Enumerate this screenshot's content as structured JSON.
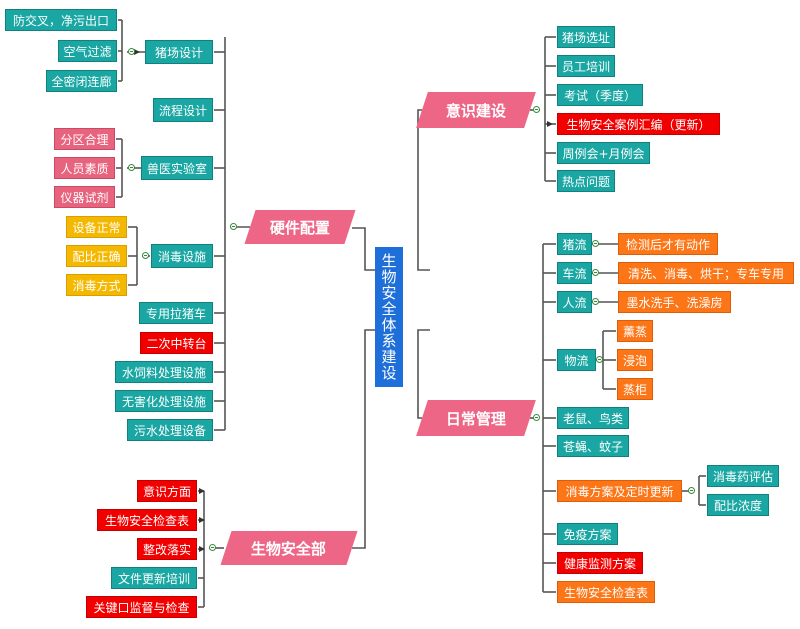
{
  "center": {
    "label": "生物安全体系建设"
  },
  "branches": {
    "hardware": {
      "label": "硬件配置",
      "pig_farm_design": {
        "label": "猪场设计",
        "items": [
          "防交叉，净污出口",
          "空气过滤",
          "全密闭连廊"
        ]
      },
      "process_design": "流程设计",
      "vet_lab": {
        "label": "兽医实验室",
        "items": [
          "分区合理",
          "人员素质",
          "仪器试剂"
        ]
      },
      "disinfection": {
        "label": "消毒设施",
        "items": [
          "设备正常",
          "配比正确",
          "消毒方式"
        ]
      },
      "others": [
        "专用拉猪车",
        "二次中转台",
        "水饲料处理设施",
        "无害化处理设施",
        "污水处理设备"
      ]
    },
    "biosecurity_dept": {
      "label": "生物安全部",
      "items": [
        "意识方面",
        "生物安全检查表",
        "整改落实",
        "文件更新培训",
        "关键口监督与检查"
      ]
    },
    "awareness": {
      "label": "意识建设",
      "items": [
        "猪场选址",
        "员工培训",
        "考试（季度）",
        "生物安全案例汇编（更新）",
        "周例会+月例会",
        "热点问题"
      ]
    },
    "daily": {
      "label": "日常管理",
      "pig_flow": {
        "label": "猪流",
        "detail": "检测后才有动作"
      },
      "vehicle_flow": {
        "label": "车流",
        "detail": "清洗、消毒、烘干；专车专用"
      },
      "people_flow": {
        "label": "人流",
        "detail": "墨水洗手、洗澡房"
      },
      "material_flow": {
        "label": "物流",
        "items": [
          "薰蒸",
          "浸泡",
          "蒸柜"
        ]
      },
      "pests": [
        "老鼠、鸟类",
        "苍蝇、蚊子"
      ],
      "disinfect_plan": {
        "label": "消毒方案及定时更新",
        "items": [
          "消毒药评估",
          "配比浓度"
        ]
      },
      "others": [
        "免疫方案",
        "健康监测方案",
        "生物安全检查表"
      ]
    }
  },
  "colors": {
    "teal": "#1aa7a3",
    "pink": "#ee6686",
    "yellow": "#f5b800",
    "red": "#f20000",
    "orange": "#fc7516",
    "center": "#1e6fd9",
    "line": "#555555"
  }
}
